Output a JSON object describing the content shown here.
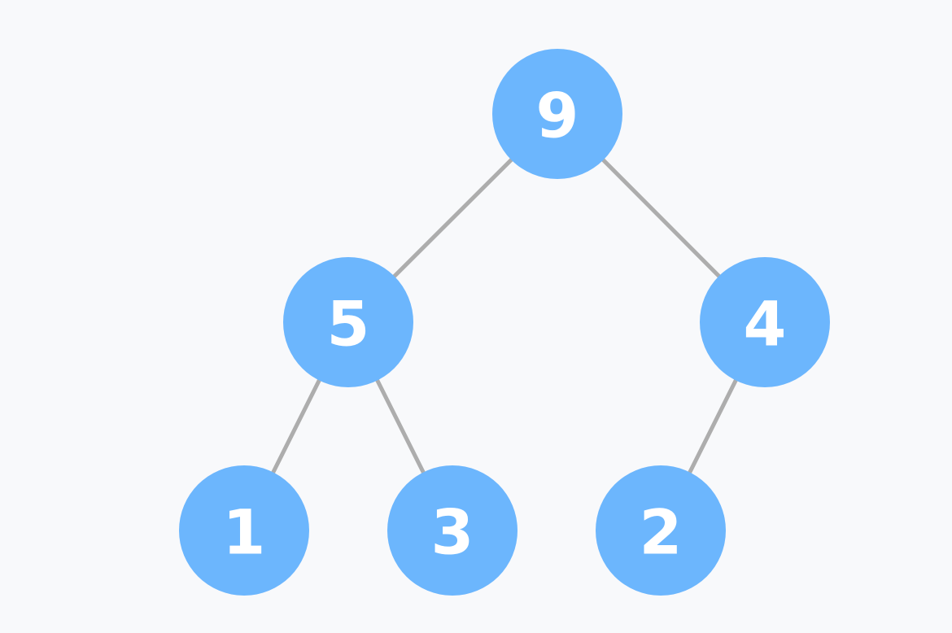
{
  "tree": {
    "node_color": "#6cb6fd",
    "edge_color": "#adadad",
    "label_color": "#ffffff",
    "nodes": [
      {
        "id": "n9",
        "value": "9"
      },
      {
        "id": "n5",
        "value": "5"
      },
      {
        "id": "n4",
        "value": "4"
      },
      {
        "id": "n1",
        "value": "1"
      },
      {
        "id": "n3",
        "value": "3"
      },
      {
        "id": "n2",
        "value": "2"
      }
    ],
    "edges": [
      {
        "from": "n9",
        "to": "n5"
      },
      {
        "from": "n9",
        "to": "n4"
      },
      {
        "from": "n5",
        "to": "n1"
      },
      {
        "from": "n5",
        "to": "n3"
      },
      {
        "from": "n4",
        "to": "n2"
      }
    ]
  }
}
